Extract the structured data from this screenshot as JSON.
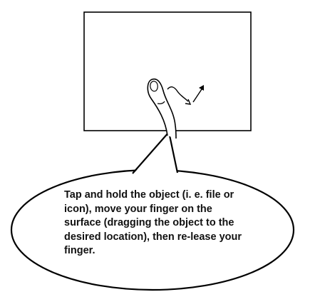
{
  "instruction": {
    "text": "Tap and hold the object (i. e. file or icon), move your finger on the surface (dragging the object to the desired location), then re-lease your finger."
  },
  "colors": {
    "stroke": "#000000",
    "background": "#ffffff",
    "text": "#111111"
  },
  "icons": [
    "touch-surface",
    "finger-icon",
    "drag-motion-arrow-icon",
    "speech-bubble"
  ]
}
